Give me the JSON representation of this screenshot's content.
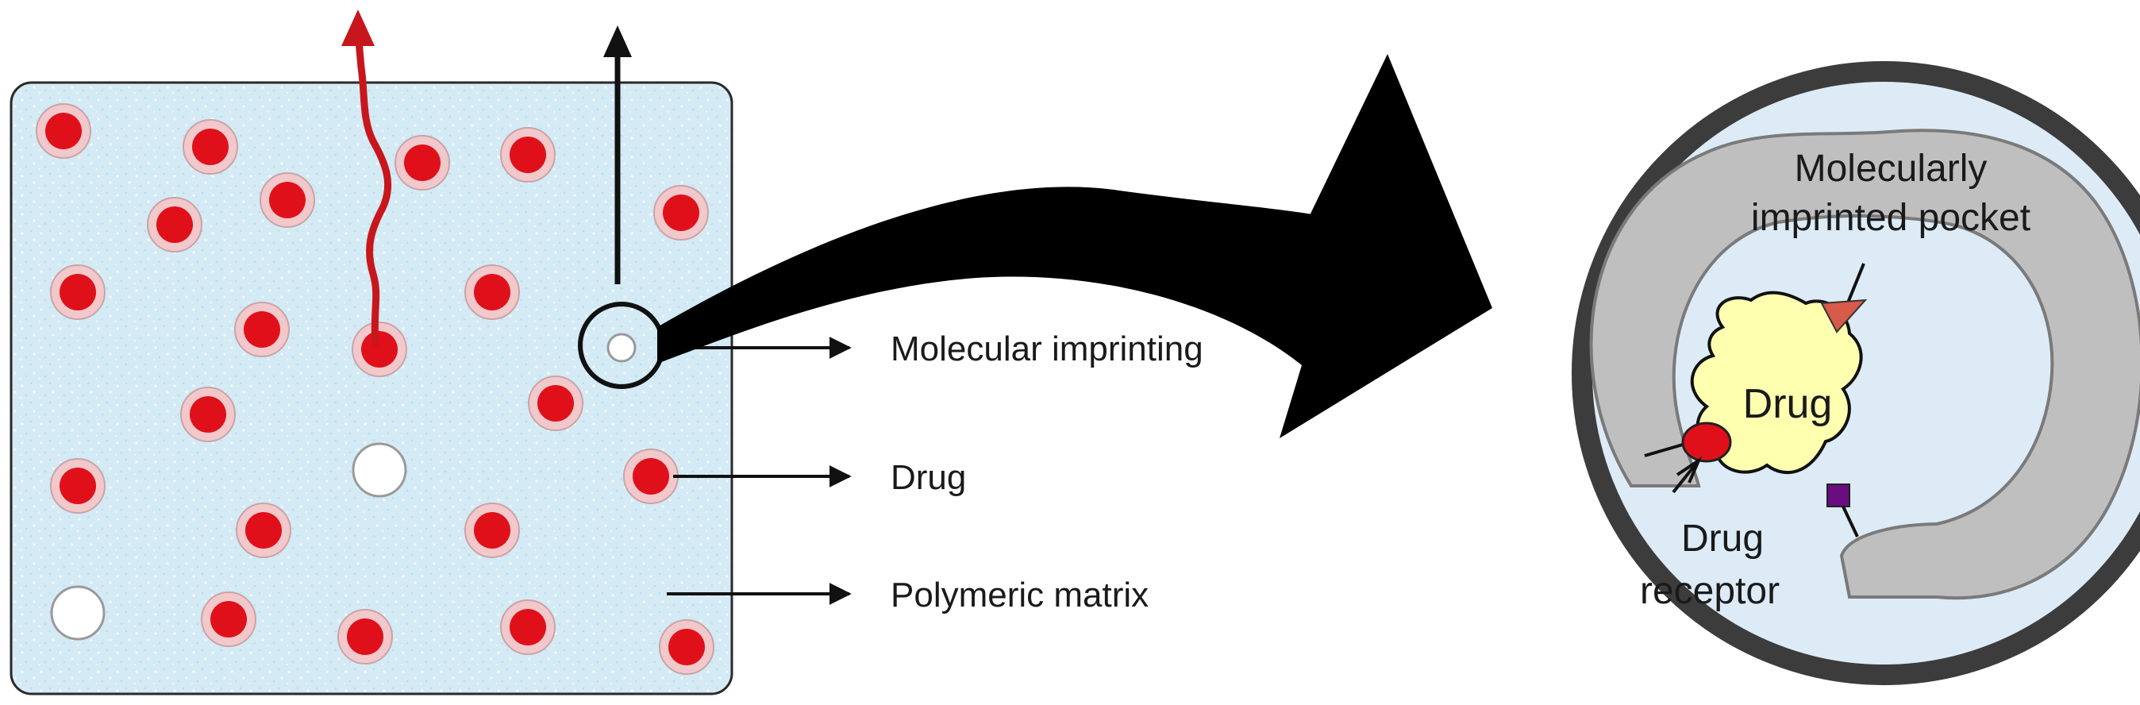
{
  "legend": {
    "molecular_imprinting": "Molecular imprinting",
    "drug": "Drug",
    "polymeric_matrix": "Polymeric matrix"
  },
  "zoom": {
    "pocket_line1": "Molecularly",
    "pocket_line2": "imprinted pocket",
    "drug_label": "Drug",
    "receptor_line1": "Drug",
    "receptor_line2": "receptor"
  },
  "colors": {
    "matrix_fill": "#d4eaf4",
    "drug_red": "#e0101a",
    "halo": "#f2c8cb",
    "empty_site": "#ffffff",
    "release_arrow": "#c8161d",
    "pocket_gray": "#bfbfbf",
    "zoom_bg": "#dcebf6",
    "drug_blob": "#ffffb0",
    "triangle_receptor": "#d85a4a",
    "square_receptor": "#6a0d80"
  }
}
